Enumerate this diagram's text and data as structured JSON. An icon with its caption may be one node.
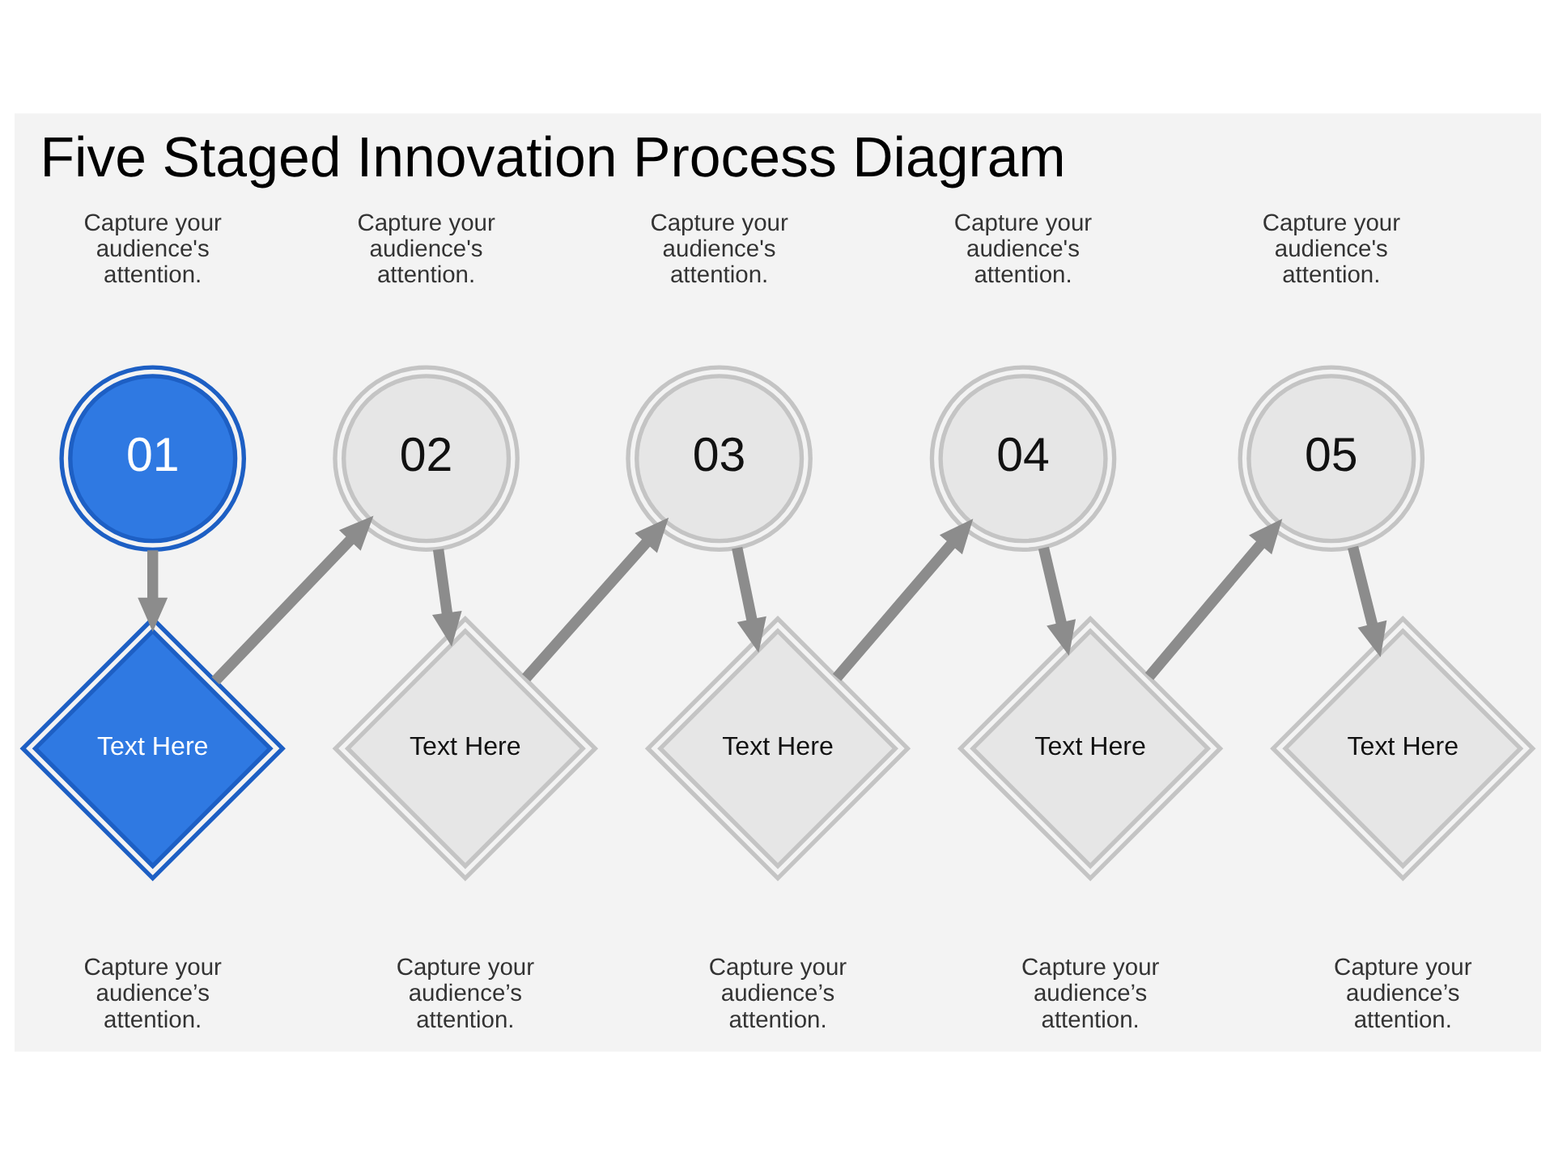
{
  "diagram": {
    "title": "Five Staged Innovation Process Diagram",
    "nodes": [
      {
        "text": [
          "01"
        ],
        "beside": [
          "Capture your audience's attention."
        ]
      },
      {
        "text": [
          "02"
        ],
        "beside": [
          "Capture your audience's attention."
        ]
      },
      {
        "text": [
          "03"
        ],
        "beside": [
          "Capture your audience's attention."
        ]
      },
      {
        "text": [
          "04"
        ],
        "beside": [
          "Capture your audience's attention."
        ]
      },
      {
        "text": [
          "05"
        ],
        "beside": [
          "Capture your audience's attention."
        ]
      },
      {
        "text": [
          "Text Here"
        ],
        "beside": [
          "Capture your audience’s attention."
        ]
      },
      {
        "text": [
          "Text Here"
        ],
        "beside": [
          "Capture your audience’s attention."
        ]
      },
      {
        "text": [
          "Text Here"
        ],
        "beside": [
          "Capture your audience’s attention."
        ]
      },
      {
        "text": [
          "Text Here"
        ],
        "beside": [
          "Capture your audience’s attention."
        ]
      },
      {
        "text": [
          "Text Here"
        ],
        "beside": [
          "Capture your audience’s attention."
        ]
      }
    ],
    "edges": [
      {
        "from": 0,
        "to": 5,
        "arrow": "to"
      },
      {
        "from": 5,
        "to": 1,
        "arrow": "to"
      },
      {
        "from": 1,
        "to": 6,
        "arrow": "to"
      },
      {
        "from": 6,
        "to": 2,
        "arrow": "to"
      },
      {
        "from": 2,
        "to": 7,
        "arrow": "to"
      },
      {
        "from": 7,
        "to": 3,
        "arrow": "to"
      },
      {
        "from": 3,
        "to": 8,
        "arrow": "to"
      },
      {
        "from": 8,
        "to": 4,
        "arrow": "to"
      },
      {
        "from": 4,
        "to": 9,
        "arrow": "to"
      }
    ]
  }
}
